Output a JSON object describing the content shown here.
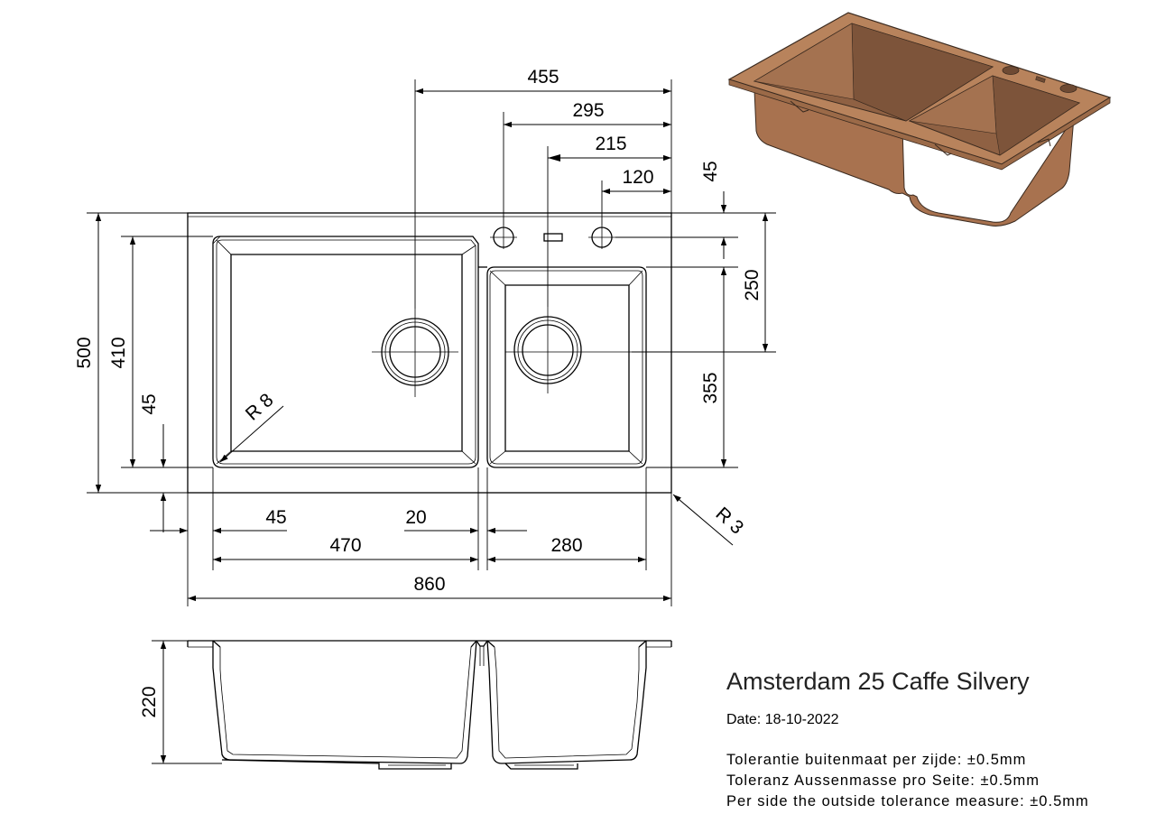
{
  "product": {
    "title": "Amsterdam 25 Caffe Silvery",
    "date": "Date: 18-10-2022",
    "tolerances": [
      "Tolerantie buitenmaat per zijde: ±0.5mm",
      "Toleranz Aussenmasse pro Seite: ±0.5mm",
      "Per side the outside tolerance measure: ±0.5mm"
    ]
  },
  "dimensions": {
    "d455": "455",
    "d295": "295",
    "d215": "215",
    "d120": "120",
    "d45_top": "45",
    "d250": "250",
    "d355": "355",
    "d500": "500",
    "d410": "410",
    "d45_left": "45",
    "d45_bottom": "45",
    "d20": "20",
    "d470": "470",
    "d280": "280",
    "d860": "860",
    "d220": "220",
    "r8": "R 8",
    "r3": "R 3"
  },
  "colors": {
    "sink_rim": "#b8835c",
    "sink_basin": "#8f6143",
    "sink_body": "#a8724f",
    "line": "#000000"
  }
}
